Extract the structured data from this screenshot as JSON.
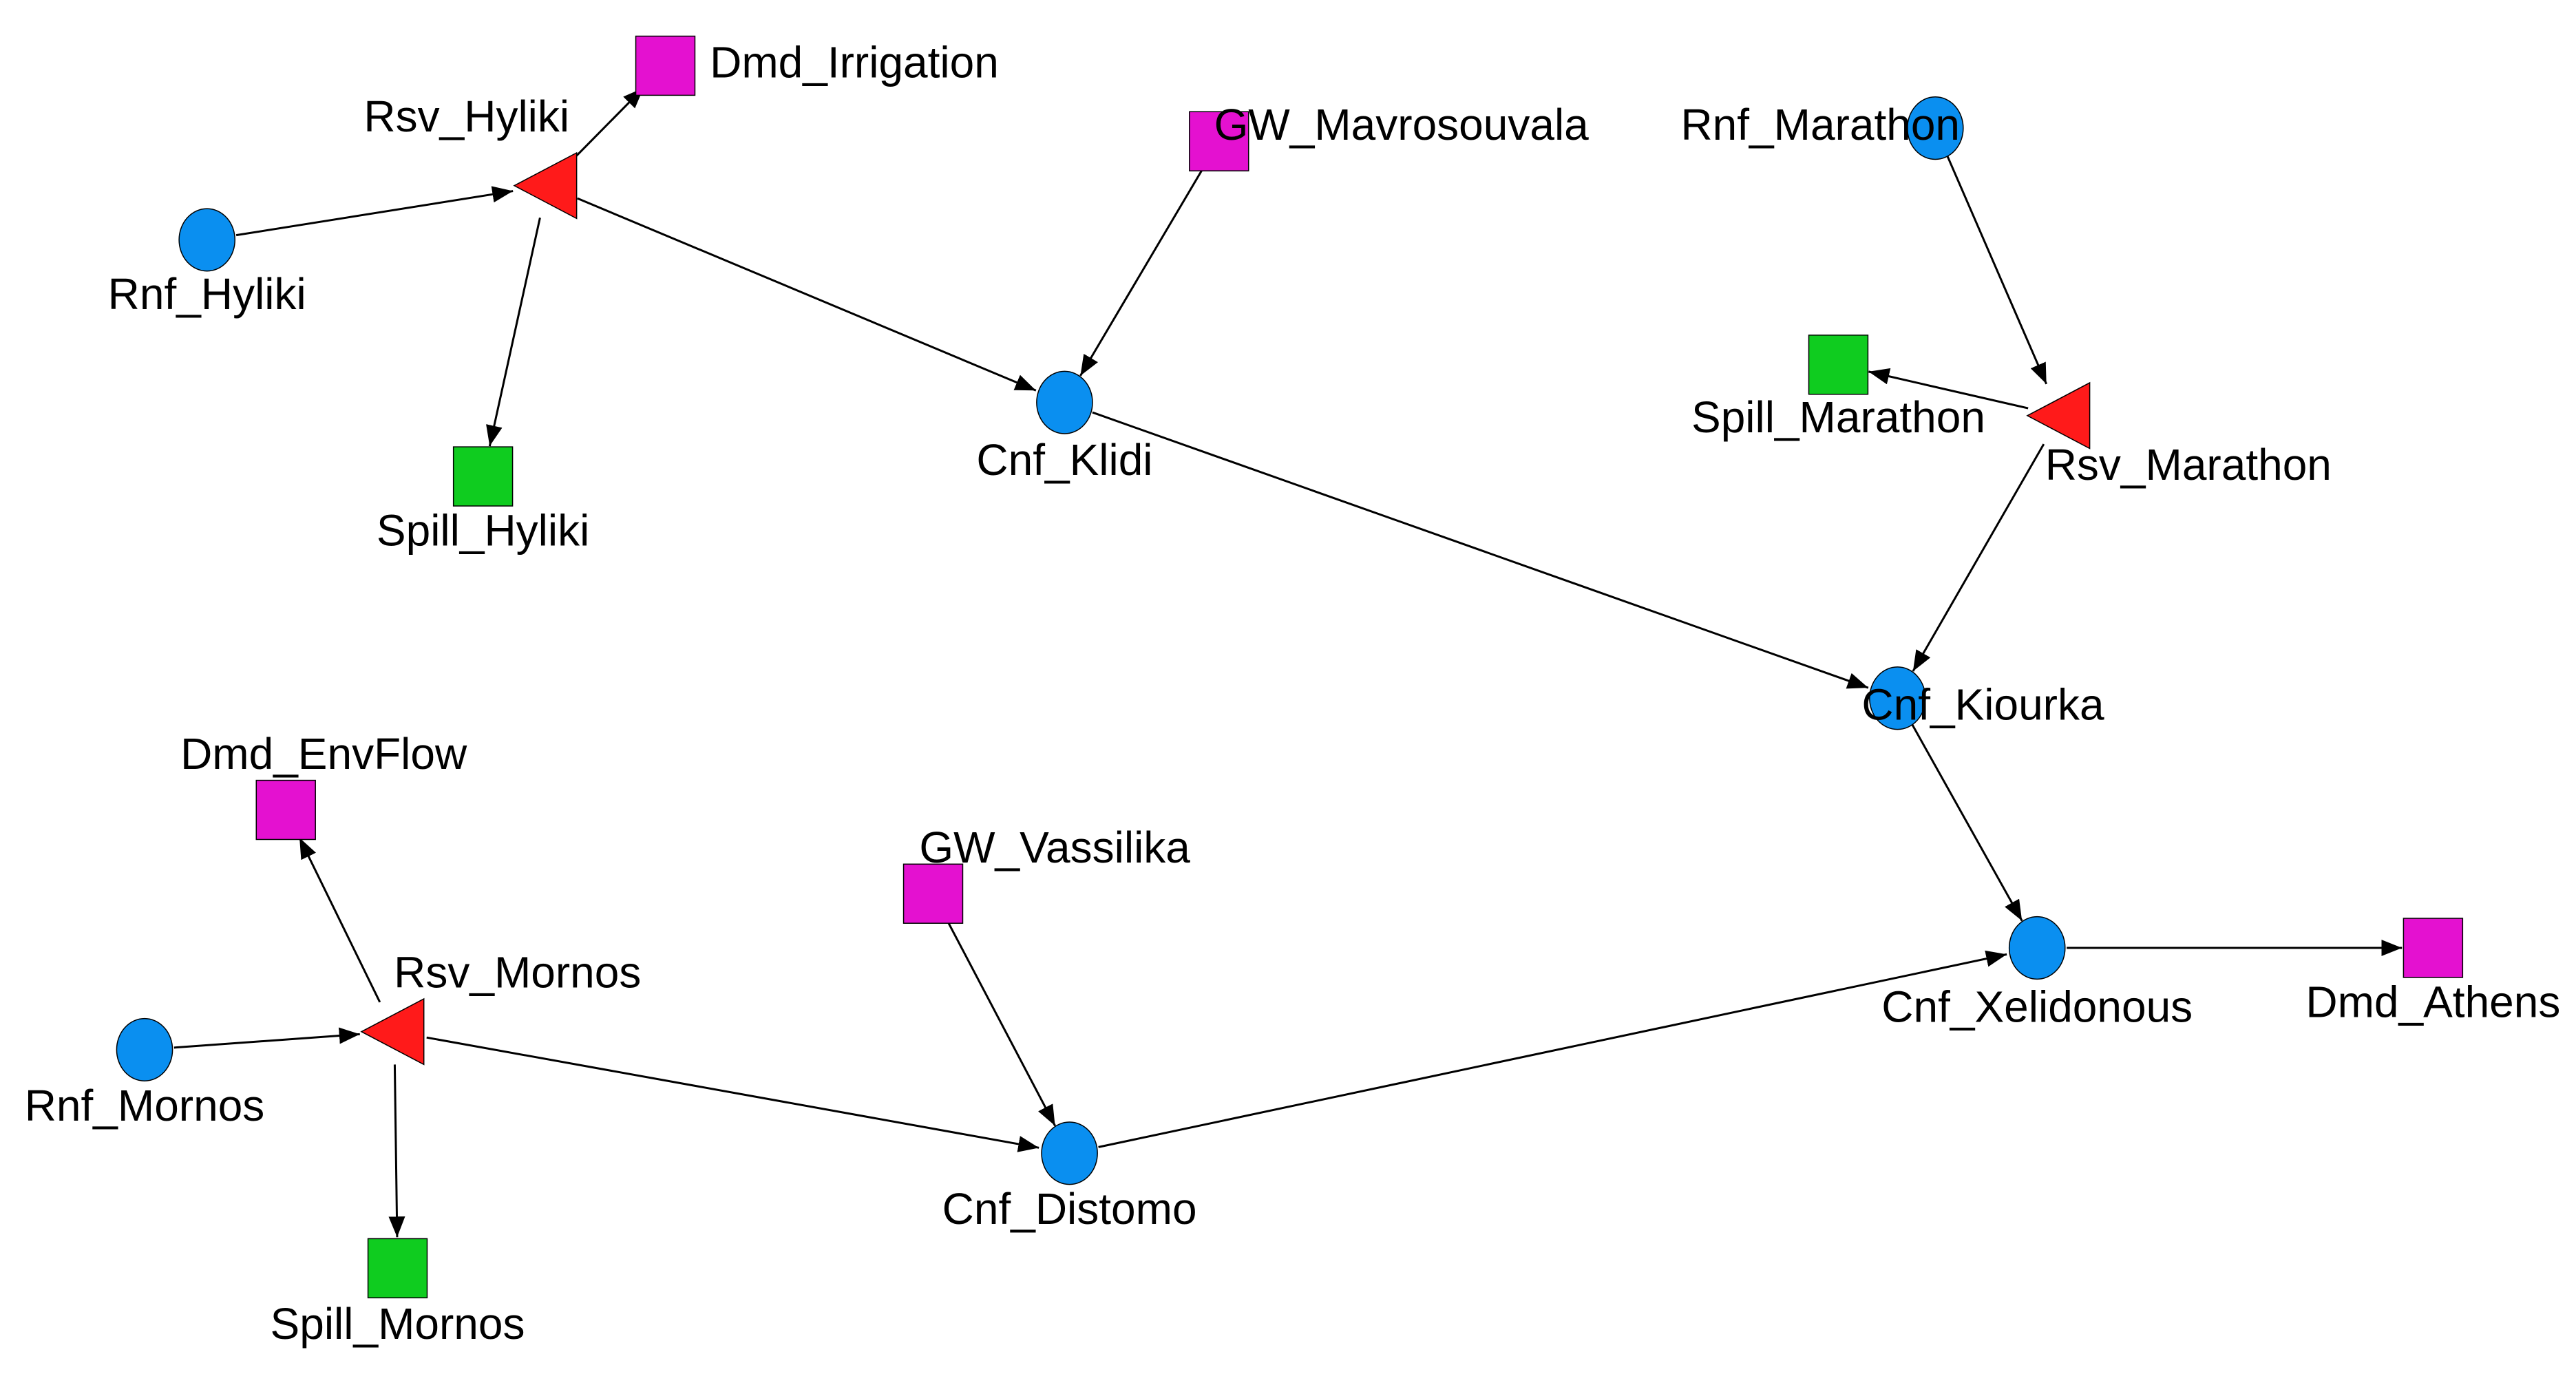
{
  "colors": {
    "background": "#ffffff",
    "edge": "#000000",
    "circle_node": "#0a8ff0",
    "triangle_node": "#ff1a1a",
    "demand_node": "#e411d0",
    "spill_node": "#0fcc1f"
  },
  "nodes": [
    {
      "id": "Rnf_Hyliki",
      "label": "Rnf_Hyliki",
      "shape": "circle",
      "type": "runoff"
    },
    {
      "id": "Rsv_Hyliki",
      "label": "Rsv_Hyliki",
      "shape": "triangle",
      "type": "reservoir"
    },
    {
      "id": "Dmd_Irrigation",
      "label": "Dmd_Irrigation",
      "shape": "square",
      "type": "demand"
    },
    {
      "id": "Spill_Hyliki",
      "label": "Spill_Hyliki",
      "shape": "square",
      "type": "spill"
    },
    {
      "id": "GW_Mavrosouvala",
      "label": "GW_Mavrosouvala",
      "shape": "square",
      "type": "demand"
    },
    {
      "id": "Cnf_Klidi",
      "label": "Cnf_Klidi",
      "shape": "circle",
      "type": "confluence"
    },
    {
      "id": "Rnf_Marathon",
      "label": "Rnf_Marathon",
      "shape": "circle",
      "type": "runoff"
    },
    {
      "id": "Spill_Marathon",
      "label": "Spill_Marathon",
      "shape": "square",
      "type": "spill"
    },
    {
      "id": "Rsv_Marathon",
      "label": "Rsv_Marathon",
      "shape": "triangle",
      "type": "reservoir"
    },
    {
      "id": "Cnf_Kiourka",
      "label": "Cnf_Kiourka",
      "shape": "circle",
      "type": "confluence"
    },
    {
      "id": "Dmd_EnvFlow",
      "label": "Dmd_EnvFlow",
      "shape": "square",
      "type": "demand"
    },
    {
      "id": "GW_Vassilika",
      "label": "GW_Vassilika",
      "shape": "square",
      "type": "demand"
    },
    {
      "id": "Rsv_Mornos",
      "label": "Rsv_Mornos",
      "shape": "triangle",
      "type": "reservoir"
    },
    {
      "id": "Rnf_Mornos",
      "label": "Rnf_Mornos",
      "shape": "circle",
      "type": "runoff"
    },
    {
      "id": "Spill_Mornos",
      "label": "Spill_Mornos",
      "shape": "square",
      "type": "spill"
    },
    {
      "id": "Cnf_Distomo",
      "label": "Cnf_Distomo",
      "shape": "circle",
      "type": "confluence"
    },
    {
      "id": "Cnf_Xelidonous",
      "label": "Cnf_Xelidonous",
      "shape": "circle",
      "type": "confluence"
    },
    {
      "id": "Dmd_Athens",
      "label": "Dmd_Athens",
      "shape": "square",
      "type": "demand"
    }
  ],
  "edges": [
    {
      "from": "Rnf_Hyliki",
      "to": "Rsv_Hyliki"
    },
    {
      "from": "Rsv_Hyliki",
      "to": "Dmd_Irrigation"
    },
    {
      "from": "Rsv_Hyliki",
      "to": "Spill_Hyliki"
    },
    {
      "from": "Rsv_Hyliki",
      "to": "Cnf_Klidi"
    },
    {
      "from": "GW_Mavrosouvala",
      "to": "Cnf_Klidi"
    },
    {
      "from": "Cnf_Klidi",
      "to": "Cnf_Kiourka"
    },
    {
      "from": "Rnf_Marathon",
      "to": "Rsv_Marathon"
    },
    {
      "from": "Rsv_Marathon",
      "to": "Spill_Marathon"
    },
    {
      "from": "Rsv_Marathon",
      "to": "Cnf_Kiourka"
    },
    {
      "from": "Cnf_Kiourka",
      "to": "Cnf_Xelidonous"
    },
    {
      "from": "Rsv_Mornos",
      "to": "Dmd_EnvFlow"
    },
    {
      "from": "Rnf_Mornos",
      "to": "Rsv_Mornos"
    },
    {
      "from": "Rsv_Mornos",
      "to": "Spill_Mornos"
    },
    {
      "from": "Rsv_Mornos",
      "to": "Cnf_Distomo"
    },
    {
      "from": "GW_Vassilika",
      "to": "Cnf_Distomo"
    },
    {
      "from": "Cnf_Distomo",
      "to": "Cnf_Xelidonous"
    },
    {
      "from": "Cnf_Xelidonous",
      "to": "Dmd_Athens"
    }
  ]
}
